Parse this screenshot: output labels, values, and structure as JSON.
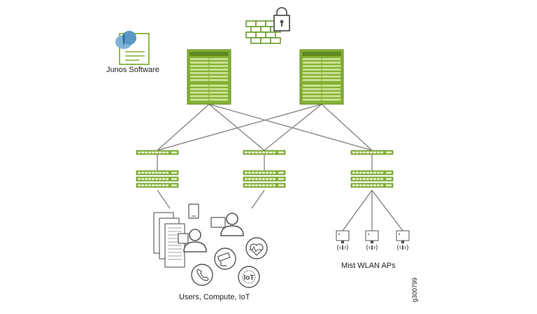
{
  "labels": {
    "junos": "Junos Software",
    "users": "Users, Compute, IoT",
    "aps": "Mist WLAN APs",
    "figure_id": "g300799",
    "iot_badge": "IoT"
  },
  "colors": {
    "switch_green": "#84b135",
    "switch_dark": "#5f8a1f",
    "switch_light": "#c7e08f",
    "link_gray": "#808080",
    "icon_gray": "#5a5a5a",
    "firewall_green": "#6a9a2a",
    "cloud_blue": "#3a7fb0"
  },
  "icons": [
    "junos-software-icon",
    "firewall-lock-icon",
    "core-switch-icon",
    "access-switch-icon",
    "server-rack-icon",
    "user-icon",
    "mobile-phone-icon",
    "security-camera-icon",
    "heartbeat-icon",
    "telephone-icon",
    "iot-icon",
    "wireless-ap-icon"
  ]
}
